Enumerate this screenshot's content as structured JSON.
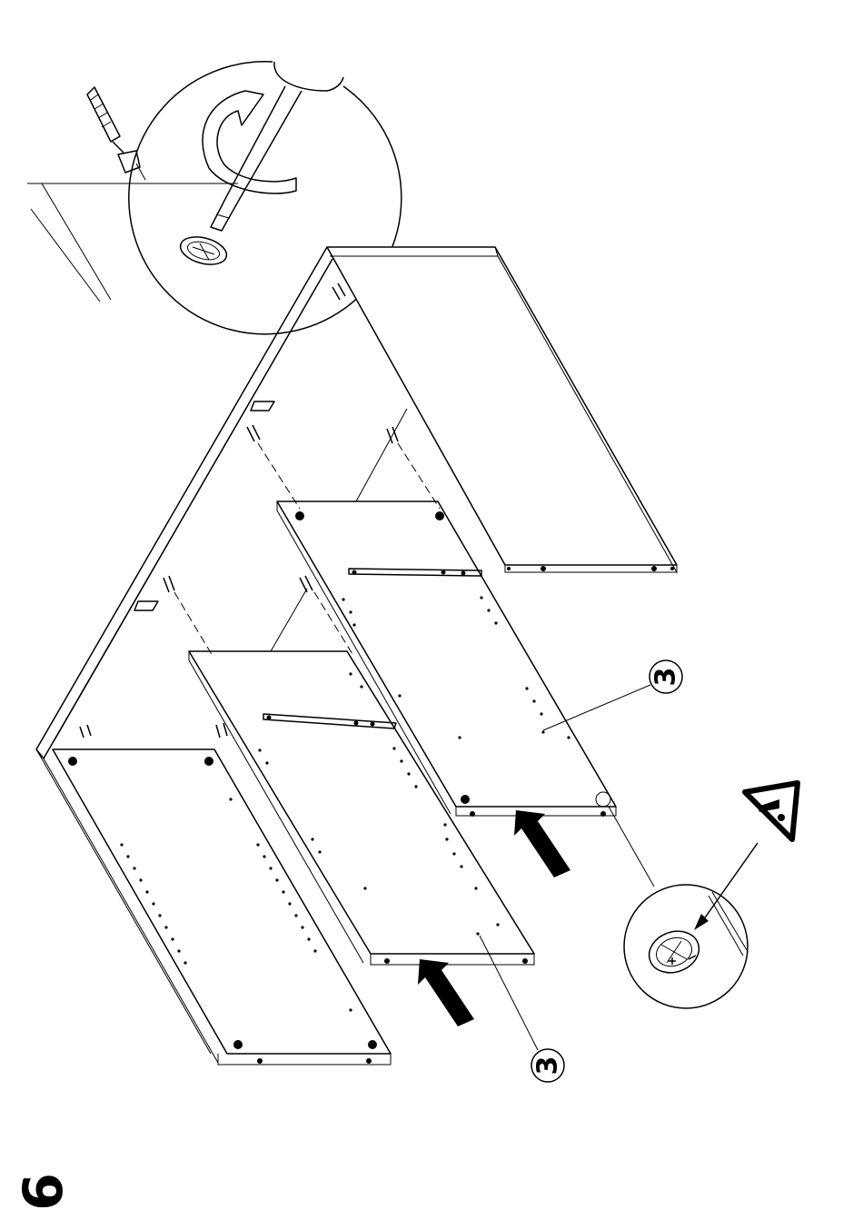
{
  "callouts": {
    "part_upper_shelf": "3",
    "part_lower_shelf": "3"
  },
  "page_number": "6",
  "colors": {
    "ink": "#000000",
    "paper": "#ffffff"
  },
  "icons": [
    "screwdriver-icon",
    "cam-lock-icon",
    "warning-icon",
    "push-arrow-icon"
  ]
}
